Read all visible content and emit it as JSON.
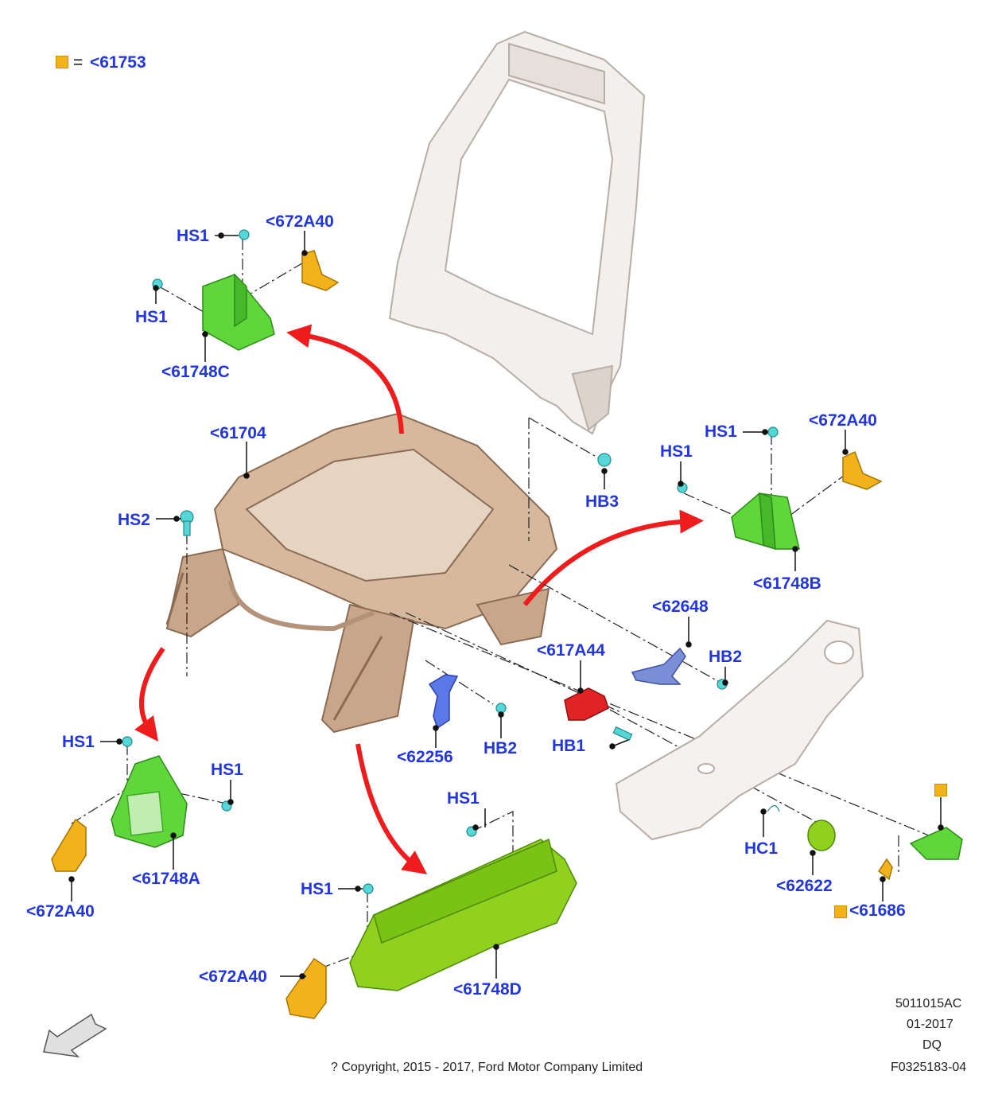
{
  "legend": {
    "equals": "= ",
    "code": "<61753",
    "swatch_color": "#f2b21c"
  },
  "callouts": {
    "hs1_top_screw": "HS1",
    "c672a40_top": "<672A40",
    "hs1_top_left": "HS1",
    "c61748c": "<61748C",
    "c61704": "<61704",
    "hs2": "HS2",
    "hb3": "HB3",
    "hs1_right_screw": "HS1",
    "c672a40_right": "<672A40",
    "hs1_right_left": "HS1",
    "c61748b": "<61748B",
    "c62648": "<62648",
    "hb2_right": "HB2",
    "c617a44": "<617A44",
    "hb1": "HB1",
    "c62256": "<62256",
    "hb2_left": "HB2",
    "hs1_left_screw": "HS1",
    "hs1_left_right": "HS1",
    "c61748a": "<61748A",
    "c672a40_left": "<672A40",
    "hs1_bottom_a": "HS1",
    "hs1_bottom_b": "HS1",
    "c61748d": "<61748D",
    "c672a40_bottom": "<672A40",
    "hc1": "HC1",
    "c62622": "<62622",
    "c61686": "<61686"
  },
  "footer": {
    "doc_id": "5011015AC",
    "date": "01-2017",
    "code": "DQ",
    "figure_id": "F0325183-04",
    "copyright": "? Copyright, 2015 - 2017, Ford Motor Company Limited"
  },
  "colors": {
    "callout_text": "#2236e0",
    "bracket_green": "#5fd63a",
    "bracket_orange": "#f2b21c",
    "frame_tan": "#c9a68a",
    "arrow_red": "#ee1c1c",
    "fastener_cyan": "#56d6d6",
    "part_blue": "#7a8fd8",
    "motor_red": "#e02424",
    "cover_yellow_green": "#8fd11e"
  },
  "icons": [
    "front-direction-arrow-icon"
  ]
}
